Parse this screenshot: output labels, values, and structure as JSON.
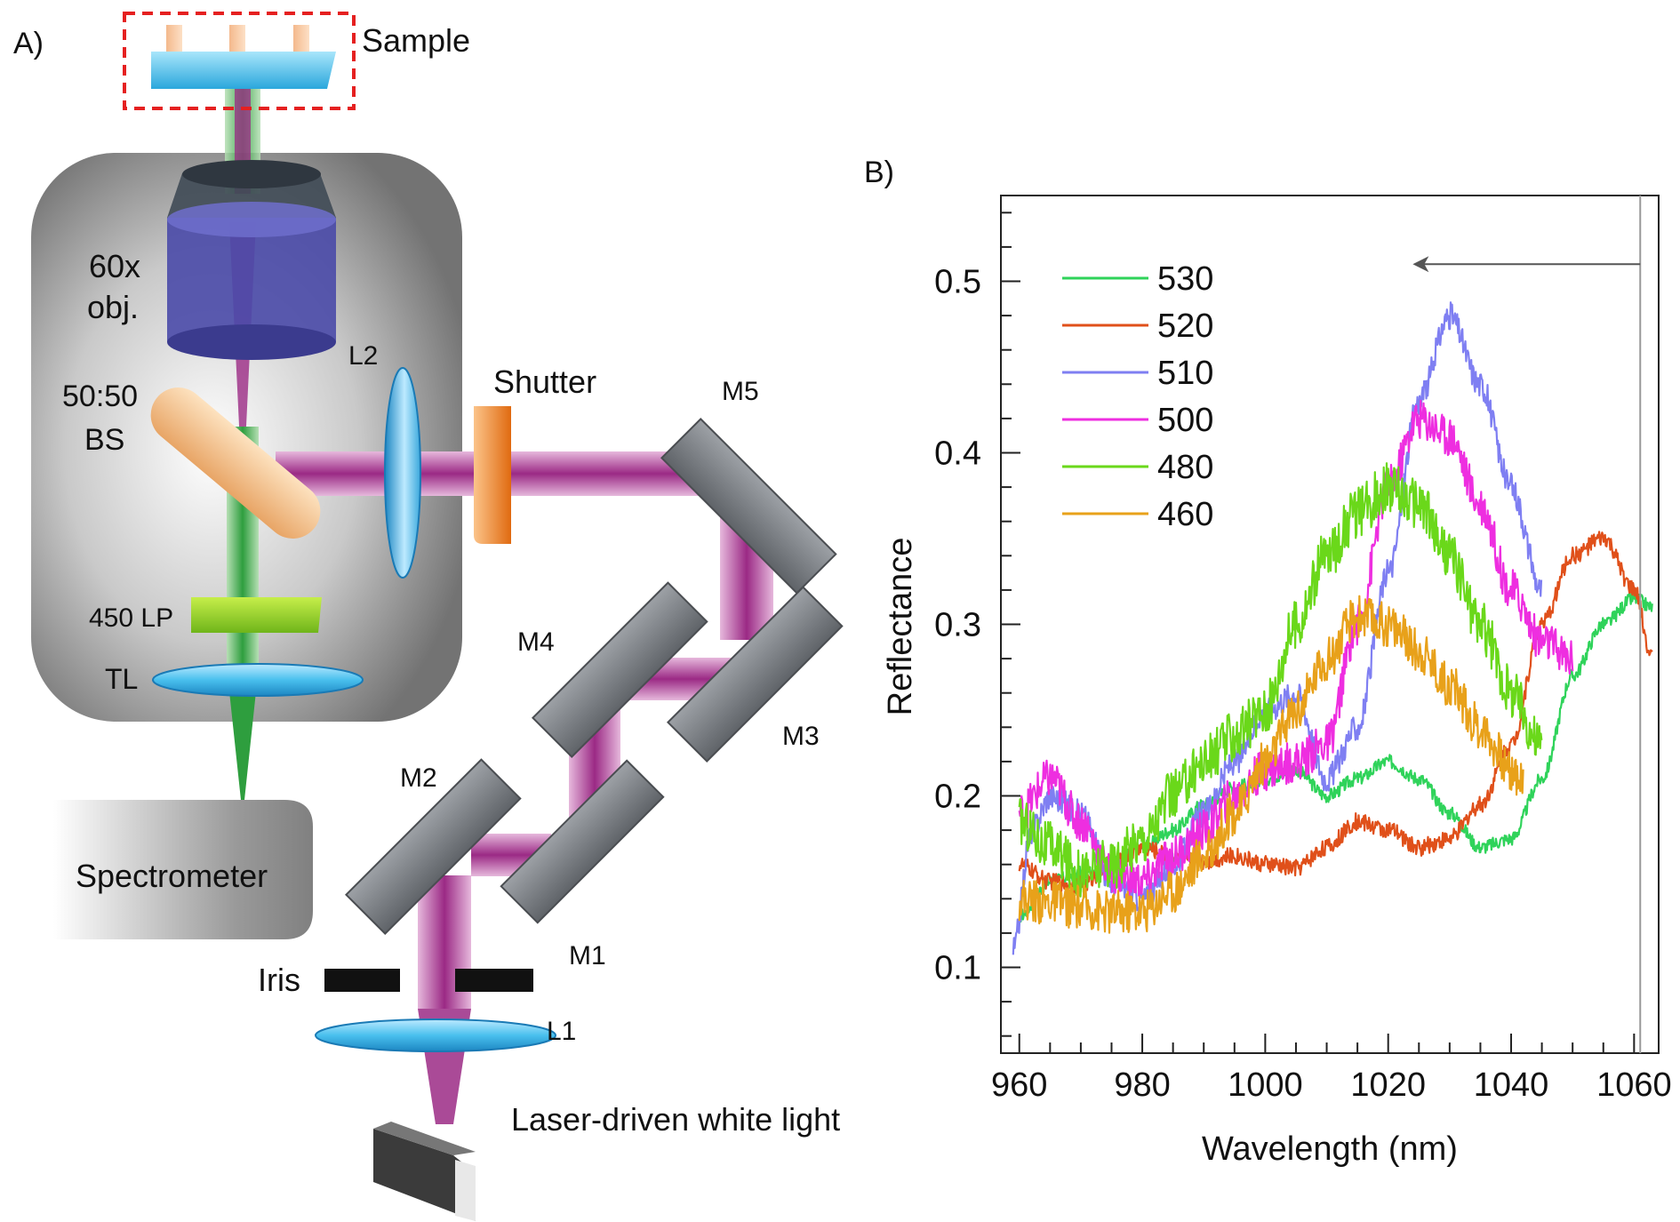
{
  "panel_a": {
    "panel_label": "A)",
    "labels": {
      "sample": "Sample",
      "objective_line1": "60x",
      "objective_line2": "obj.",
      "lens2": "L2",
      "beamsplitter_line1": "50:50",
      "beamsplitter_line2": "BS",
      "shutter": "Shutter",
      "mirror5": "M5",
      "mirror4": "M4",
      "mirror3": "M3",
      "mirror2": "M2",
      "mirror1": "M1",
      "longpass": "450 LP",
      "tube_lens": "TL",
      "spectrometer": "Spectrometer",
      "iris": "Iris",
      "lens1": "L1",
      "source": "Laser-driven white light"
    },
    "colors": {
      "beam": "#9b2a85",
      "green_beam": "#2e9e3e",
      "mirror": "#7d8186",
      "lens": "#3fb9e8",
      "shutter": "#f28a2e",
      "beamsplitter": "#f5c08a",
      "longpass": "#8ed22b",
      "objective": "#4a4aa8",
      "sample_box": "#e52020"
    }
  },
  "panel_b": {
    "panel_label": "B)",
    "chart_data": {
      "type": "line",
      "xlabel": "Wavelength (nm)",
      "ylabel": "Reflectance",
      "xlim": [
        957,
        1064
      ],
      "ylim": [
        0.05,
        0.55
      ],
      "xticks": [
        960,
        980,
        1000,
        1020,
        1040,
        1060
      ],
      "yticks": [
        0.1,
        0.2,
        0.3,
        0.4,
        0.5
      ],
      "grid": false,
      "legend_position": "top-left",
      "arrow": {
        "from_x": 1061,
        "to_x": 1024,
        "y": 0.51
      },
      "vertical_line_x": 1061,
      "series": [
        {
          "name": "530",
          "color": "#2fd35a",
          "noise": 0.004,
          "x": [
            960,
            965,
            970,
            975,
            980,
            985,
            990,
            995,
            1000,
            1005,
            1010,
            1015,
            1020,
            1025,
            1030,
            1035,
            1040,
            1045,
            1050,
            1055,
            1060,
            1063
          ],
          "y": [
            0.13,
            0.15,
            0.155,
            0.16,
            0.17,
            0.18,
            0.195,
            0.205,
            0.21,
            0.215,
            0.2,
            0.21,
            0.22,
            0.21,
            0.19,
            0.17,
            0.175,
            0.21,
            0.27,
            0.3,
            0.315,
            0.31
          ]
        },
        {
          "name": "520",
          "color": "#e0501a",
          "noise": 0.005,
          "x": [
            960,
            965,
            970,
            975,
            980,
            985,
            990,
            995,
            1000,
            1005,
            1010,
            1015,
            1020,
            1025,
            1030,
            1035,
            1040,
            1045,
            1050,
            1055,
            1060,
            1063
          ],
          "y": [
            0.16,
            0.15,
            0.148,
            0.16,
            0.17,
            0.165,
            0.162,
            0.165,
            0.16,
            0.158,
            0.17,
            0.185,
            0.18,
            0.17,
            0.175,
            0.195,
            0.23,
            0.3,
            0.34,
            0.35,
            0.32,
            0.28
          ]
        },
        {
          "name": "510",
          "color": "#7f7ff2",
          "noise": 0.008,
          "x": [
            959,
            962,
            965,
            970,
            975,
            980,
            985,
            990,
            995,
            1000,
            1005,
            1010,
            1015,
            1020,
            1025,
            1030,
            1035,
            1040,
            1045
          ],
          "y": [
            0.11,
            0.18,
            0.2,
            0.19,
            0.15,
            0.14,
            0.16,
            0.19,
            0.22,
            0.25,
            0.26,
            0.21,
            0.24,
            0.33,
            0.43,
            0.48,
            0.44,
            0.38,
            0.32
          ]
        },
        {
          "name": "500",
          "color": "#ee2ee0",
          "noise": 0.012,
          "x": [
            960,
            965,
            970,
            975,
            980,
            985,
            990,
            995,
            1000,
            1005,
            1010,
            1015,
            1020,
            1025,
            1030,
            1035,
            1040,
            1045,
            1050
          ],
          "y": [
            0.19,
            0.21,
            0.185,
            0.155,
            0.15,
            0.165,
            0.18,
            0.2,
            0.215,
            0.22,
            0.23,
            0.3,
            0.38,
            0.42,
            0.41,
            0.37,
            0.32,
            0.29,
            0.28
          ]
        },
        {
          "name": "480",
          "color": "#6ad81a",
          "noise": 0.015,
          "x": [
            960,
            965,
            970,
            975,
            980,
            985,
            990,
            995,
            1000,
            1005,
            1010,
            1015,
            1020,
            1025,
            1030,
            1035,
            1040,
            1045
          ],
          "y": [
            0.185,
            0.17,
            0.155,
            0.16,
            0.175,
            0.2,
            0.22,
            0.235,
            0.25,
            0.3,
            0.34,
            0.365,
            0.38,
            0.37,
            0.34,
            0.3,
            0.26,
            0.23
          ]
        },
        {
          "name": "460",
          "color": "#e8a11a",
          "noise": 0.013,
          "x": [
            960,
            965,
            970,
            975,
            980,
            985,
            990,
            995,
            1000,
            1005,
            1010,
            1015,
            1020,
            1025,
            1030,
            1035,
            1040,
            1042
          ],
          "y": [
            0.14,
            0.138,
            0.135,
            0.132,
            0.133,
            0.145,
            0.165,
            0.19,
            0.22,
            0.25,
            0.28,
            0.305,
            0.3,
            0.285,
            0.265,
            0.24,
            0.215,
            0.21
          ]
        }
      ]
    }
  }
}
